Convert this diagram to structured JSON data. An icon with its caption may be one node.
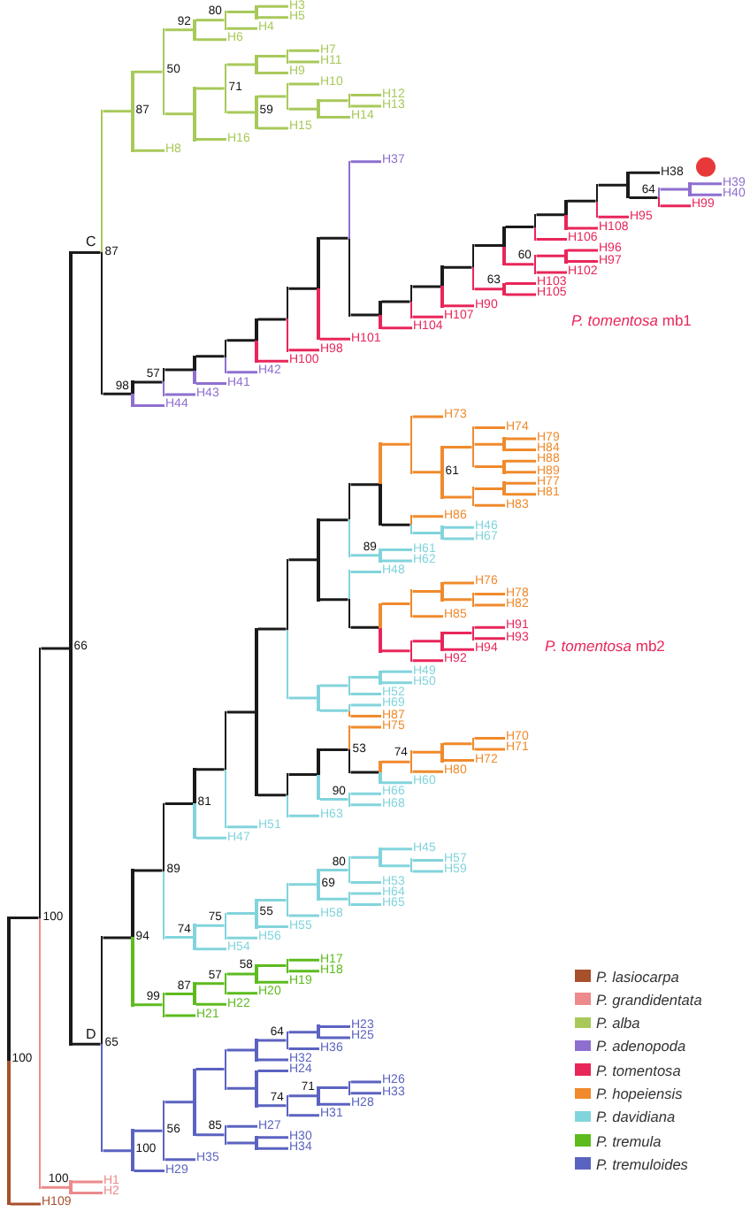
{
  "diagram": {
    "nodes": [
      {
        "text": [
          "100"
        ]
      },
      {
        "text": [
          "100"
        ]
      },
      {
        "text": [
          "66"
        ]
      },
      {
        "text": [
          "87"
        ],
        "beside": [
          "C"
        ]
      },
      {
        "text": [
          "87"
        ]
      },
      {
        "text": [
          "50"
        ]
      },
      {
        "text": [
          "92"
        ]
      },
      {
        "text": [
          "80"
        ]
      },
      {
        "text": [],
        "shape": "bar"
      },
      {
        "text": [
          "H3"
        ]
      },
      {
        "text": [
          "H5"
        ]
      },
      {
        "text": [
          "H4"
        ]
      },
      {
        "text": [
          "H6"
        ]
      },
      {
        "text": [],
        "shape": "bar"
      },
      {
        "text": [
          "71"
        ]
      },
      {
        "text": [],
        "shape": "bar"
      },
      {
        "text": [],
        "shape": "bar"
      },
      {
        "text": [
          "H7"
        ]
      },
      {
        "text": [
          "H11"
        ]
      },
      {
        "text": [
          "H9"
        ]
      },
      {
        "text": [
          "59"
        ]
      },
      {
        "text": [],
        "shape": "bar"
      },
      {
        "text": [
          "H10"
        ]
      },
      {
        "text": [],
        "shape": "bar"
      },
      {
        "text": [],
        "shape": "bar"
      },
      {
        "text": [
          "H12"
        ]
      },
      {
        "text": [
          "H13"
        ]
      },
      {
        "text": [
          "H14"
        ]
      },
      {
        "text": [
          "H15"
        ]
      },
      {
        "text": [
          "H16"
        ]
      },
      {
        "text": [
          "H8"
        ]
      },
      {
        "text": [
          "98"
        ]
      },
      {
        "text": [
          "57"
        ]
      },
      {
        "text": [],
        "shape": "bar"
      },
      {
        "text": [],
        "shape": "bar"
      },
      {
        "text": [],
        "shape": "bar"
      },
      {
        "text": [],
        "shape": "bar"
      },
      {
        "text": [],
        "shape": "bar"
      },
      {
        "text": [],
        "shape": "bar"
      },
      {
        "text": [
          "H37"
        ]
      },
      {
        "text": [],
        "shape": "bar"
      },
      {
        "text": [],
        "shape": "bar"
      },
      {
        "text": [],
        "shape": "bar"
      },
      {
        "text": [],
        "shape": "bar"
      },
      {
        "text": [],
        "shape": "bar"
      },
      {
        "text": [],
        "shape": "bar"
      },
      {
        "text": [],
        "shape": "bar"
      },
      {
        "text": [],
        "shape": "bar"
      },
      {
        "text": [],
        "shape": "bar"
      },
      {
        "text": [
          "H38"
        ]
      },
      {
        "text": [
          "64"
        ]
      },
      {
        "text": [],
        "shape": "bar"
      },
      {
        "text": [
          "H39"
        ]
      },
      {
        "text": [
          "H40"
        ]
      },
      {
        "text": [
          "H99"
        ]
      },
      {
        "text": [
          "H95"
        ]
      },
      {
        "text": [
          "H108"
        ]
      },
      {
        "text": [
          "H106"
        ]
      },
      {
        "text": [
          "60"
        ]
      },
      {
        "text": [],
        "shape": "bar"
      },
      {
        "text": [
          "H96"
        ]
      },
      {
        "text": [
          "H97"
        ]
      },
      {
        "text": [
          "H102"
        ]
      },
      {
        "text": [
          "63"
        ]
      },
      {
        "text": [
          "H103"
        ]
      },
      {
        "text": [
          "H105"
        ]
      },
      {
        "text": [
          "H90"
        ]
      },
      {
        "text": [
          "H107"
        ]
      },
      {
        "text": [
          "H104"
        ]
      },
      {
        "text": [
          "H101"
        ]
      },
      {
        "text": [
          "H98"
        ]
      },
      {
        "text": [
          "H100"
        ]
      },
      {
        "text": [
          "H42"
        ]
      },
      {
        "text": [
          "H41"
        ]
      },
      {
        "text": [
          "H43"
        ]
      },
      {
        "text": [
          "H44"
        ]
      },
      {
        "text": [
          "65"
        ],
        "beside": [
          "D"
        ]
      },
      {
        "text": [
          "94"
        ]
      },
      {
        "text": [
          "89"
        ]
      },
      {
        "text": [
          "81"
        ]
      },
      {
        "text": [],
        "shape": "bar"
      },
      {
        "text": [],
        "shape": "bar"
      },
      {
        "text": [],
        "shape": "bar"
      },
      {
        "text": [],
        "shape": "bar"
      },
      {
        "text": [],
        "shape": "bar"
      },
      {
        "text": [],
        "shape": "bar"
      },
      {
        "text": [],
        "shape": "bar"
      },
      {
        "text": [
          "H73"
        ]
      },
      {
        "text": [
          "61"
        ]
      },
      {
        "text": [],
        "shape": "bar"
      },
      {
        "text": [
          "H74"
        ]
      },
      {
        "text": [],
        "shape": "bar"
      },
      {
        "text": [
          "H79"
        ]
      },
      {
        "text": [
          "H84"
        ]
      },
      {
        "text": [],
        "shape": "bar"
      },
      {
        "text": [
          "H88"
        ]
      },
      {
        "text": [
          "H89"
        ]
      },
      {
        "text": [],
        "shape": "bar"
      },
      {
        "text": [],
        "shape": "bar"
      },
      {
        "text": [
          "H77"
        ]
      },
      {
        "text": [
          "H81"
        ]
      },
      {
        "text": [
          "H83"
        ]
      },
      {
        "text": [],
        "shape": "bar"
      },
      {
        "text": [
          "H86"
        ]
      },
      {
        "text": [],
        "shape": "bar"
      },
      {
        "text": [
          "H46"
        ]
      },
      {
        "text": [
          "H67"
        ]
      },
      {
        "text": [
          "89"
        ]
      },
      {
        "text": [
          "H61"
        ]
      },
      {
        "text": [
          "H62"
        ]
      },
      {
        "text": [],
        "shape": "bar"
      },
      {
        "text": [
          "H48"
        ]
      },
      {
        "text": [],
        "shape": "bar"
      },
      {
        "text": [],
        "shape": "bar"
      },
      {
        "text": [],
        "shape": "bar"
      },
      {
        "text": [
          "H76"
        ]
      },
      {
        "text": [],
        "shape": "bar"
      },
      {
        "text": [
          "H78"
        ]
      },
      {
        "text": [
          "H82"
        ]
      },
      {
        "text": [
          "H85"
        ]
      },
      {
        "text": [],
        "shape": "bar"
      },
      {
        "text": [],
        "shape": "bar"
      },
      {
        "text": [],
        "shape": "bar"
      },
      {
        "text": [
          "H91"
        ]
      },
      {
        "text": [
          "H93"
        ]
      },
      {
        "text": [
          "H94"
        ]
      },
      {
        "text": [
          "H92"
        ]
      },
      {
        "text": [],
        "shape": "bar"
      },
      {
        "text": [],
        "shape": "bar"
      },
      {
        "text": [],
        "shape": "bar"
      },
      {
        "text": [
          "H49"
        ]
      },
      {
        "text": [
          "H50"
        ]
      },
      {
        "text": [
          "H52"
        ]
      },
      {
        "text": [],
        "shape": "bar"
      },
      {
        "text": [
          "H69"
        ]
      },
      {
        "text": [
          "H87"
        ]
      },
      {
        "text": [],
        "shape": "bar"
      },
      {
        "text": [],
        "shape": "bar"
      },
      {
        "text": [
          "53"
        ]
      },
      {
        "text": [
          "H75"
        ]
      },
      {
        "text": [],
        "shape": "bar"
      },
      {
        "text": [
          "74"
        ]
      },
      {
        "text": [],
        "shape": "bar"
      },
      {
        "text": [],
        "shape": "bar"
      },
      {
        "text": [
          "H70"
        ]
      },
      {
        "text": [
          "H71"
        ]
      },
      {
        "text": [
          "H72"
        ]
      },
      {
        "text": [
          "H80"
        ]
      },
      {
        "text": [
          "H60"
        ]
      },
      {
        "text": [
          "90"
        ]
      },
      {
        "text": [
          "H66"
        ]
      },
      {
        "text": [
          "H68"
        ]
      },
      {
        "text": [
          "H63"
        ]
      },
      {
        "text": [
          "H51"
        ]
      },
      {
        "text": [
          "H47"
        ]
      },
      {
        "text": [
          "74"
        ]
      },
      {
        "text": [
          "75"
        ]
      },
      {
        "text": [
          "55"
        ]
      },
      {
        "text": [],
        "shape": "bar"
      },
      {
        "text": [
          "69"
        ]
      },
      {
        "text": [
          "80"
        ]
      },
      {
        "text": [],
        "shape": "bar"
      },
      {
        "text": [
          "H45"
        ]
      },
      {
        "text": [],
        "shape": "bar"
      },
      {
        "text": [
          "H57"
        ]
      },
      {
        "text": [
          "H59"
        ]
      },
      {
        "text": [
          "H53"
        ]
      },
      {
        "text": [],
        "shape": "bar"
      },
      {
        "text": [
          "H64"
        ]
      },
      {
        "text": [
          "H65"
        ]
      },
      {
        "text": [
          "H58"
        ]
      },
      {
        "text": [
          "H55"
        ]
      },
      {
        "text": [
          "H56"
        ]
      },
      {
        "text": [
          "H54"
        ]
      },
      {
        "text": [
          "99"
        ]
      },
      {
        "text": [
          "87"
        ]
      },
      {
        "text": [
          "57"
        ]
      },
      {
        "text": [
          "58"
        ]
      },
      {
        "text": [],
        "shape": "bar"
      },
      {
        "text": [
          "H17"
        ]
      },
      {
        "text": [
          "H18"
        ]
      },
      {
        "text": [
          "H19"
        ]
      },
      {
        "text": [
          "H20"
        ]
      },
      {
        "text": [
          "H22"
        ]
      },
      {
        "text": [
          "H21"
        ]
      },
      {
        "text": [
          "100"
        ]
      },
      {
        "text": [
          "56"
        ]
      },
      {
        "text": [],
        "shape": "bar"
      },
      {
        "text": [],
        "shape": "bar"
      },
      {
        "text": [],
        "shape": "bar"
      },
      {
        "text": [
          "64"
        ]
      },
      {
        "text": [],
        "shape": "bar"
      },
      {
        "text": [
          "H23"
        ]
      },
      {
        "text": [
          "H25"
        ]
      },
      {
        "text": [
          "H36"
        ]
      },
      {
        "text": [
          "H32"
        ]
      },
      {
        "text": [],
        "shape": "bar"
      },
      {
        "text": [
          "H24"
        ]
      },
      {
        "text": [
          "74"
        ]
      },
      {
        "text": [
          "71"
        ]
      },
      {
        "text": [],
        "shape": "bar"
      },
      {
        "text": [
          "H26"
        ]
      },
      {
        "text": [
          "H33"
        ]
      },
      {
        "text": [
          "H28"
        ]
      },
      {
        "text": [
          "H31"
        ]
      },
      {
        "text": [
          "85"
        ]
      },
      {
        "text": [
          "H27"
        ]
      },
      {
        "text": [],
        "shape": "bar"
      },
      {
        "text": [
          "H30"
        ]
      },
      {
        "text": [
          "H34"
        ]
      },
      {
        "text": [
          "H35"
        ]
      },
      {
        "text": [
          "H29"
        ]
      },
      {
        "text": [
          "100"
        ]
      },
      {
        "text": [
          "H1"
        ]
      },
      {
        "text": [
          "H2"
        ]
      },
      {
        "text": [
          "H109"
        ]
      }
    ],
    "edges": [
      {
        "from": 0,
        "to": 1,
        "arrow": "none",
        "color": "#1a1a1a"
      },
      {
        "from": 1,
        "to": 2,
        "arrow": "none",
        "color": "#1a1a1a"
      },
      {
        "from": 2,
        "to": 3,
        "arrow": "none",
        "color": "#1a1a1a"
      },
      {
        "from": 3,
        "to": 4,
        "arrow": "none",
        "color": "#a8c95a"
      },
      {
        "from": 4,
        "to": 5,
        "arrow": "none",
        "color": "#a8c95a"
      },
      {
        "from": 5,
        "to": 6,
        "arrow": "none",
        "color": "#a8c95a"
      },
      {
        "from": 6,
        "to": 7,
        "arrow": "none",
        "color": "#a8c95a"
      },
      {
        "from": 7,
        "to": 8,
        "arrow": "none",
        "color": "#a8c95a"
      },
      {
        "from": 8,
        "to": 9,
        "arrow": "none",
        "color": "#a8c95a"
      },
      {
        "from": 8,
        "to": 10,
        "arrow": "none",
        "color": "#a8c95a"
      },
      {
        "from": 7,
        "to": 11,
        "arrow": "none",
        "color": "#a8c95a"
      },
      {
        "from": 6,
        "to": 12,
        "arrow": "none",
        "color": "#a8c95a"
      },
      {
        "from": 5,
        "to": 13,
        "arrow": "none",
        "color": "#a8c95a"
      },
      {
        "from": 13,
        "to": 14,
        "arrow": "none",
        "color": "#a8c95a"
      },
      {
        "from": 14,
        "to": 15,
        "arrow": "none",
        "color": "#a8c95a"
      },
      {
        "from": 15,
        "to": 16,
        "arrow": "none",
        "color": "#a8c95a"
      },
      {
        "from": 16,
        "to": 17,
        "arrow": "none",
        "color": "#a8c95a"
      },
      {
        "from": 16,
        "to": 18,
        "arrow": "none",
        "color": "#a8c95a"
      },
      {
        "from": 15,
        "to": 19,
        "arrow": "none",
        "color": "#a8c95a"
      },
      {
        "from": 14,
        "to": 20,
        "arrow": "none",
        "color": "#a8c95a"
      },
      {
        "from": 20,
        "to": 21,
        "arrow": "none",
        "color": "#a8c95a"
      },
      {
        "from": 21,
        "to": 22,
        "arrow": "none",
        "color": "#a8c95a"
      },
      {
        "from": 21,
        "to": 23,
        "arrow": "none",
        "color": "#a8c95a"
      },
      {
        "from": 23,
        "to": 24,
        "arrow": "none",
        "color": "#a8c95a"
      },
      {
        "from": 24,
        "to": 25,
        "arrow": "none",
        "color": "#a8c95a"
      },
      {
        "from": 24,
        "to": 26,
        "arrow": "none",
        "color": "#a8c95a"
      },
      {
        "from": 23,
        "to": 27,
        "arrow": "none",
        "color": "#a8c95a"
      },
      {
        "from": 20,
        "to": 28,
        "arrow": "none",
        "color": "#a8c95a"
      },
      {
        "from": 13,
        "to": 29,
        "arrow": "none",
        "color": "#a8c95a"
      },
      {
        "from": 4,
        "to": 30,
        "arrow": "none",
        "color": "#a8c95a"
      },
      {
        "from": 3,
        "to": 31,
        "arrow": "none",
        "color": "#1a1a1a"
      },
      {
        "from": 31,
        "to": 32,
        "arrow": "none",
        "color": "#1a1a1a"
      },
      {
        "from": 32,
        "to": 33,
        "arrow": "none",
        "color": "#1a1a1a"
      },
      {
        "from": 33,
        "to": 34,
        "arrow": "none",
        "color": "#1a1a1a"
      },
      {
        "from": 34,
        "to": 35,
        "arrow": "none",
        "color": "#1a1a1a"
      },
      {
        "from": 35,
        "to": 36,
        "arrow": "none",
        "color": "#1a1a1a"
      },
      {
        "from": 36,
        "to": 37,
        "arrow": "none",
        "color": "#1a1a1a"
      },
      {
        "from": 37,
        "to": 38,
        "arrow": "none",
        "color": "#1a1a1a"
      },
      {
        "from": 38,
        "to": 39,
        "arrow": "none",
        "color": "#8e6fd0"
      },
      {
        "from": 38,
        "to": 40,
        "arrow": "none",
        "color": "#1a1a1a"
      },
      {
        "from": 40,
        "to": 41,
        "arrow": "none",
        "color": "#1a1a1a"
      },
      {
        "from": 41,
        "to": 42,
        "arrow": "none",
        "color": "#1a1a1a"
      },
      {
        "from": 42,
        "to": 43,
        "arrow": "none",
        "color": "#1a1a1a"
      },
      {
        "from": 43,
        "to": 44,
        "arrow": "none",
        "color": "#1a1a1a"
      },
      {
        "from": 44,
        "to": 45,
        "arrow": "none",
        "color": "#1a1a1a"
      },
      {
        "from": 45,
        "to": 46,
        "arrow": "none",
        "color": "#1a1a1a"
      },
      {
        "from": 46,
        "to": 47,
        "arrow": "none",
        "color": "#1a1a1a"
      },
      {
        "from": 47,
        "to": 48,
        "arrow": "none",
        "color": "#1a1a1a"
      },
      {
        "from": 48,
        "to": 49,
        "arrow": "none",
        "color": "#1a1a1a"
      },
      {
        "from": 48,
        "to": 50,
        "arrow": "none",
        "color": "#1a1a1a"
      },
      {
        "from": 50,
        "to": 51,
        "arrow": "none",
        "color": "#8e6fd0"
      },
      {
        "from": 51,
        "to": 52,
        "arrow": "none",
        "color": "#8e6fd0"
      },
      {
        "from": 51,
        "to": 53,
        "arrow": "none",
        "color": "#8e6fd0"
      },
      {
        "from": 50,
        "to": 54,
        "arrow": "none",
        "color": "#e8265a"
      },
      {
        "from": 47,
        "to": 55,
        "arrow": "none",
        "color": "#e8265a"
      },
      {
        "from": 46,
        "to": 56,
        "arrow": "none",
        "color": "#e8265a"
      },
      {
        "from": 45,
        "to": 57,
        "arrow": "none",
        "color": "#e8265a"
      },
      {
        "from": 44,
        "to": 58,
        "arrow": "none",
        "color": "#e8265a"
      },
      {
        "from": 58,
        "to": 59,
        "arrow": "none",
        "color": "#e8265a"
      },
      {
        "from": 59,
        "to": 60,
        "arrow": "none",
        "color": "#e8265a"
      },
      {
        "from": 59,
        "to": 61,
        "arrow": "none",
        "color": "#e8265a"
      },
      {
        "from": 58,
        "to": 62,
        "arrow": "none",
        "color": "#e8265a"
      },
      {
        "from": 43,
        "to": 63,
        "arrow": "none",
        "color": "#e8265a"
      },
      {
        "from": 63,
        "to": 64,
        "arrow": "none",
        "color": "#e8265a"
      },
      {
        "from": 63,
        "to": 65,
        "arrow": "none",
        "color": "#e8265a"
      },
      {
        "from": 42,
        "to": 66,
        "arrow": "none",
        "color": "#e8265a"
      },
      {
        "from": 41,
        "to": 67,
        "arrow": "none",
        "color": "#e8265a"
      },
      {
        "from": 40,
        "to": 68,
        "arrow": "none",
        "color": "#e8265a"
      },
      {
        "from": 37,
        "to": 69,
        "arrow": "none",
        "color": "#e8265a"
      },
      {
        "from": 36,
        "to": 70,
        "arrow": "none",
        "color": "#e8265a"
      },
      {
        "from": 35,
        "to": 71,
        "arrow": "none",
        "color": "#e8265a"
      },
      {
        "from": 34,
        "to": 72,
        "arrow": "none",
        "color": "#8e6fd0"
      },
      {
        "from": 33,
        "to": 73,
        "arrow": "none",
        "color": "#8e6fd0"
      },
      {
        "from": 32,
        "to": 74,
        "arrow": "none",
        "color": "#8e6fd0"
      },
      {
        "from": 31,
        "to": 75,
        "arrow": "none",
        "color": "#8e6fd0"
      },
      {
        "from": 2,
        "to": 76,
        "arrow": "none",
        "color": "#1a1a1a"
      },
      {
        "from": 76,
        "to": 77,
        "arrow": "none",
        "color": "#1a1a1a"
      },
      {
        "from": 77,
        "to": 78,
        "arrow": "none",
        "color": "#1a1a1a"
      },
      {
        "from": 78,
        "to": 79,
        "arrow": "none",
        "color": "#1a1a1a"
      },
      {
        "from": 79,
        "to": 80,
        "arrow": "none",
        "color": "#1a1a1a"
      },
      {
        "from": 80,
        "to": 81,
        "arrow": "none",
        "color": "#1a1a1a"
      },
      {
        "from": 81,
        "to": 82,
        "arrow": "none",
        "color": "#1a1a1a"
      },
      {
        "from": 82,
        "to": 83,
        "arrow": "none",
        "color": "#1a1a1a"
      },
      {
        "from": 83,
        "to": 84,
        "arrow": "none",
        "color": "#1a1a1a"
      },
      {
        "from": 84,
        "to": 85,
        "arrow": "none",
        "color": "#1a1a1a"
      },
      {
        "from": 85,
        "to": 86,
        "arrow": "none",
        "color": "#f08a2c"
      },
      {
        "from": 86,
        "to": 87,
        "arrow": "none",
        "color": "#f08a2c"
      },
      {
        "from": 86,
        "to": 88,
        "arrow": "none",
        "color": "#f08a2c"
      },
      {
        "from": 88,
        "to": 89,
        "arrow": "none",
        "color": "#f08a2c"
      },
      {
        "from": 89,
        "to": 90,
        "arrow": "none",
        "color": "#f08a2c"
      },
      {
        "from": 89,
        "to": 91,
        "arrow": "none",
        "color": "#f08a2c"
      },
      {
        "from": 91,
        "to": 92,
        "arrow": "none",
        "color": "#f08a2c"
      },
      {
        "from": 91,
        "to": 93,
        "arrow": "none",
        "color": "#f08a2c"
      },
      {
        "from": 89,
        "to": 94,
        "arrow": "none",
        "color": "#f08a2c"
      },
      {
        "from": 94,
        "to": 95,
        "arrow": "none",
        "color": "#f08a2c"
      },
      {
        "from": 94,
        "to": 96,
        "arrow": "none",
        "color": "#f08a2c"
      },
      {
        "from": 88,
        "to": 97,
        "arrow": "none",
        "color": "#f08a2c"
      },
      {
        "from": 97,
        "to": 98,
        "arrow": "none",
        "color": "#f08a2c"
      },
      {
        "from": 98,
        "to": 99,
        "arrow": "none",
        "color": "#f08a2c"
      },
      {
        "from": 98,
        "to": 100,
        "arrow": "none",
        "color": "#f08a2c"
      },
      {
        "from": 97,
        "to": 101,
        "arrow": "none",
        "color": "#f08a2c"
      },
      {
        "from": 85,
        "to": 102,
        "arrow": "none",
        "color": "#1a1a1a"
      },
      {
        "from": 102,
        "to": 103,
        "arrow": "none",
        "color": "#f08a2c"
      },
      {
        "from": 102,
        "to": 104,
        "arrow": "none",
        "color": "#82d4dc"
      },
      {
        "from": 104,
        "to": 105,
        "arrow": "none",
        "color": "#82d4dc"
      },
      {
        "from": 104,
        "to": 106,
        "arrow": "none",
        "color": "#82d4dc"
      },
      {
        "from": 84,
        "to": 107,
        "arrow": "none",
        "color": "#82d4dc"
      },
      {
        "from": 107,
        "to": 108,
        "arrow": "none",
        "color": "#82d4dc"
      },
      {
        "from": 107,
        "to": 109,
        "arrow": "none",
        "color": "#82d4dc"
      },
      {
        "from": 83,
        "to": 110,
        "arrow": "none",
        "color": "#1a1a1a"
      },
      {
        "from": 110,
        "to": 111,
        "arrow": "none",
        "color": "#82d4dc"
      },
      {
        "from": 110,
        "to": 112,
        "arrow": "none",
        "color": "#1a1a1a"
      },
      {
        "from": 112,
        "to": 113,
        "arrow": "none",
        "color": "#f08a2c"
      },
      {
        "from": 113,
        "to": 114,
        "arrow": "none",
        "color": "#f08a2c"
      },
      {
        "from": 114,
        "to": 115,
        "arrow": "none",
        "color": "#f08a2c"
      },
      {
        "from": 114,
        "to": 116,
        "arrow": "none",
        "color": "#f08a2c"
      },
      {
        "from": 116,
        "to": 117,
        "arrow": "none",
        "color": "#f08a2c"
      },
      {
        "from": 116,
        "to": 118,
        "arrow": "none",
        "color": "#f08a2c"
      },
      {
        "from": 113,
        "to": 119,
        "arrow": "none",
        "color": "#f08a2c"
      },
      {
        "from": 112,
        "to": 120,
        "arrow": "none",
        "color": "#e8265a"
      },
      {
        "from": 120,
        "to": 121,
        "arrow": "none",
        "color": "#e8265a"
      },
      {
        "from": 121,
        "to": 122,
        "arrow": "none",
        "color": "#e8265a"
      },
      {
        "from": 122,
        "to": 123,
        "arrow": "none",
        "color": "#e8265a"
      },
      {
        "from": 122,
        "to": 124,
        "arrow": "none",
        "color": "#e8265a"
      },
      {
        "from": 121,
        "to": 125,
        "arrow": "none",
        "color": "#e8265a"
      },
      {
        "from": 120,
        "to": 126,
        "arrow": "none",
        "color": "#e8265a"
      },
      {
        "from": 82,
        "to": 127,
        "arrow": "none",
        "color": "#82d4dc"
      },
      {
        "from": 127,
        "to": 128,
        "arrow": "none",
        "color": "#82d4dc"
      },
      {
        "from": 128,
        "to": 129,
        "arrow": "none",
        "color": "#82d4dc"
      },
      {
        "from": 129,
        "to": 130,
        "arrow": "none",
        "color": "#82d4dc"
      },
      {
        "from": 129,
        "to": 131,
        "arrow": "none",
        "color": "#82d4dc"
      },
      {
        "from": 128,
        "to": 132,
        "arrow": "none",
        "color": "#82d4dc"
      },
      {
        "from": 127,
        "to": 133,
        "arrow": "none",
        "color": "#82d4dc"
      },
      {
        "from": 133,
        "to": 134,
        "arrow": "none",
        "color": "#82d4dc"
      },
      {
        "from": 133,
        "to": 135,
        "arrow": "none",
        "color": "#f08a2c"
      },
      {
        "from": 81,
        "to": 136,
        "arrow": "none",
        "color": "#1a1a1a"
      },
      {
        "from": 136,
        "to": 137,
        "arrow": "none",
        "color": "#1a1a1a"
      },
      {
        "from": 137,
        "to": 138,
        "arrow": "none",
        "color": "#1a1a1a"
      },
      {
        "from": 138,
        "to": 139,
        "arrow": "none",
        "color": "#f08a2c"
      },
      {
        "from": 138,
        "to": 140,
        "arrow": "none",
        "color": "#1a1a1a"
      },
      {
        "from": 140,
        "to": 141,
        "arrow": "none",
        "color": "#f08a2c"
      },
      {
        "from": 141,
        "to": 142,
        "arrow": "none",
        "color": "#f08a2c"
      },
      {
        "from": 142,
        "to": 143,
        "arrow": "none",
        "color": "#f08a2c"
      },
      {
        "from": 143,
        "to": 144,
        "arrow": "none",
        "color": "#f08a2c"
      },
      {
        "from": 143,
        "to": 145,
        "arrow": "none",
        "color": "#f08a2c"
      },
      {
        "from": 142,
        "to": 146,
        "arrow": "none",
        "color": "#f08a2c"
      },
      {
        "from": 141,
        "to": 147,
        "arrow": "none",
        "color": "#f08a2c"
      },
      {
        "from": 140,
        "to": 148,
        "arrow": "none",
        "color": "#82d4dc"
      },
      {
        "from": 137,
        "to": 149,
        "arrow": "none",
        "color": "#82d4dc"
      },
      {
        "from": 149,
        "to": 150,
        "arrow": "none",
        "color": "#82d4dc"
      },
      {
        "from": 149,
        "to": 151,
        "arrow": "none",
        "color": "#82d4dc"
      },
      {
        "from": 136,
        "to": 152,
        "arrow": "none",
        "color": "#82d4dc"
      },
      {
        "from": 80,
        "to": 153,
        "arrow": "none",
        "color": "#82d4dc"
      },
      {
        "from": 79,
        "to": 154,
        "arrow": "none",
        "color": "#82d4dc"
      },
      {
        "from": 78,
        "to": 155,
        "arrow": "none",
        "color": "#82d4dc"
      },
      {
        "from": 155,
        "to": 156,
        "arrow": "none",
        "color": "#82d4dc"
      },
      {
        "from": 156,
        "to": 157,
        "arrow": "none",
        "color": "#82d4dc"
      },
      {
        "from": 157,
        "to": 158,
        "arrow": "none",
        "color": "#82d4dc"
      },
      {
        "from": 158,
        "to": 159,
        "arrow": "none",
        "color": "#82d4dc"
      },
      {
        "from": 159,
        "to": 160,
        "arrow": "none",
        "color": "#82d4dc"
      },
      {
        "from": 160,
        "to": 161,
        "arrow": "none",
        "color": "#82d4dc"
      },
      {
        "from": 161,
        "to": 162,
        "arrow": "none",
        "color": "#82d4dc"
      },
      {
        "from": 161,
        "to": 163,
        "arrow": "none",
        "color": "#82d4dc"
      },
      {
        "from": 163,
        "to": 164,
        "arrow": "none",
        "color": "#82d4dc"
      },
      {
        "from": 163,
        "to": 165,
        "arrow": "none",
        "color": "#82d4dc"
      },
      {
        "from": 160,
        "to": 166,
        "arrow": "none",
        "color": "#82d4dc"
      },
      {
        "from": 159,
        "to": 167,
        "arrow": "none",
        "color": "#82d4dc"
      },
      {
        "from": 167,
        "to": 168,
        "arrow": "none",
        "color": "#82d4dc"
      },
      {
        "from": 167,
        "to": 169,
        "arrow": "none",
        "color": "#82d4dc"
      },
      {
        "from": 158,
        "to": 170,
        "arrow": "none",
        "color": "#82d4dc"
      },
      {
        "from": 157,
        "to": 171,
        "arrow": "none",
        "color": "#82d4dc"
      },
      {
        "from": 156,
        "to": 172,
        "arrow": "none",
        "color": "#82d4dc"
      },
      {
        "from": 155,
        "to": 173,
        "arrow": "none",
        "color": "#82d4dc"
      },
      {
        "from": 77,
        "to": 174,
        "arrow": "none",
        "color": "#5dbb1e"
      },
      {
        "from": 174,
        "to": 175,
        "arrow": "none",
        "color": "#5dbb1e"
      },
      {
        "from": 175,
        "to": 176,
        "arrow": "none",
        "color": "#5dbb1e"
      },
      {
        "from": 176,
        "to": 177,
        "arrow": "none",
        "color": "#5dbb1e"
      },
      {
        "from": 177,
        "to": 178,
        "arrow": "none",
        "color": "#5dbb1e"
      },
      {
        "from": 178,
        "to": 179,
        "arrow": "none",
        "color": "#5dbb1e"
      },
      {
        "from": 178,
        "to": 180,
        "arrow": "none",
        "color": "#5dbb1e"
      },
      {
        "from": 177,
        "to": 181,
        "arrow": "none",
        "color": "#5dbb1e"
      },
      {
        "from": 176,
        "to": 182,
        "arrow": "none",
        "color": "#5dbb1e"
      },
      {
        "from": 175,
        "to": 183,
        "arrow": "none",
        "color": "#5dbb1e"
      },
      {
        "from": 174,
        "to": 184,
        "arrow": "none",
        "color": "#5dbb1e"
      },
      {
        "from": 76,
        "to": 185,
        "arrow": "none",
        "color": "#5b63c0"
      },
      {
        "from": 185,
        "to": 186,
        "arrow": "none",
        "color": "#5b63c0"
      },
      {
        "from": 186,
        "to": 187,
        "arrow": "none",
        "color": "#5b63c0"
      },
      {
        "from": 187,
        "to": 188,
        "arrow": "none",
        "color": "#5b63c0"
      },
      {
        "from": 188,
        "to": 189,
        "arrow": "none",
        "color": "#5b63c0"
      },
      {
        "from": 189,
        "to": 190,
        "arrow": "none",
        "color": "#5b63c0"
      },
      {
        "from": 190,
        "to": 191,
        "arrow": "none",
        "color": "#5b63c0"
      },
      {
        "from": 191,
        "to": 192,
        "arrow": "none",
        "color": "#5b63c0"
      },
      {
        "from": 191,
        "to": 193,
        "arrow": "none",
        "color": "#5b63c0"
      },
      {
        "from": 190,
        "to": 194,
        "arrow": "none",
        "color": "#5b63c0"
      },
      {
        "from": 189,
        "to": 195,
        "arrow": "none",
        "color": "#5b63c0"
      },
      {
        "from": 188,
        "to": 196,
        "arrow": "none",
        "color": "#5b63c0"
      },
      {
        "from": 196,
        "to": 197,
        "arrow": "none",
        "color": "#5b63c0"
      },
      {
        "from": 196,
        "to": 198,
        "arrow": "none",
        "color": "#5b63c0"
      },
      {
        "from": 198,
        "to": 199,
        "arrow": "none",
        "color": "#5b63c0"
      },
      {
        "from": 199,
        "to": 200,
        "arrow": "none",
        "color": "#5b63c0"
      },
      {
        "from": 200,
        "to": 201,
        "arrow": "none",
        "color": "#5b63c0"
      },
      {
        "from": 200,
        "to": 202,
        "arrow": "none",
        "color": "#5b63c0"
      },
      {
        "from": 199,
        "to": 203,
        "arrow": "none",
        "color": "#5b63c0"
      },
      {
        "from": 198,
        "to": 204,
        "arrow": "none",
        "color": "#5b63c0"
      },
      {
        "from": 187,
        "to": 205,
        "arrow": "none",
        "color": "#5b63c0"
      },
      {
        "from": 205,
        "to": 206,
        "arrow": "none",
        "color": "#5b63c0"
      },
      {
        "from": 205,
        "to": 207,
        "arrow": "none",
        "color": "#5b63c0"
      },
      {
        "from": 207,
        "to": 208,
        "arrow": "none",
        "color": "#5b63c0"
      },
      {
        "from": 207,
        "to": 209,
        "arrow": "none",
        "color": "#5b63c0"
      },
      {
        "from": 186,
        "to": 210,
        "arrow": "none",
        "color": "#5b63c0"
      },
      {
        "from": 185,
        "to": 211,
        "arrow": "none",
        "color": "#5b63c0"
      },
      {
        "from": 1,
        "to": 212,
        "arrow": "none",
        "color": "#ec8a8c"
      },
      {
        "from": 212,
        "to": 213,
        "arrow": "none",
        "color": "#ec8a8c"
      },
      {
        "from": 212,
        "to": 214,
        "arrow": "none",
        "color": "#ec8a8c"
      },
      {
        "from": 0,
        "to": 215,
        "arrow": "none",
        "color": "#a84f2c"
      }
    ],
    "labels": [
      "*P. tomentosa* mb1",
      "*P. tomentosa* mb2"
    ],
    "legend": [
      {
        "text": "P. lasiocarpa",
        "color": "#a84f2c"
      },
      {
        "text": "P. grandidentata",
        "color": "#ec8a8c"
      },
      {
        "text": "P. alba",
        "color": "#a8c95a"
      },
      {
        "text": "P. adenopoda",
        "color": "#8e6fd0"
      },
      {
        "text": "P. tomentosa",
        "color": "#e8265a"
      },
      {
        "text": "P. hopeiensis",
        "color": "#f08a2c"
      },
      {
        "text": "P. davidiana",
        "color": "#82d4dc"
      },
      {
        "text": "P. tremula",
        "color": "#5dbb1e"
      },
      {
        "text": "P. tremuloides",
        "color": "#5b63c0"
      }
    ]
  }
}
